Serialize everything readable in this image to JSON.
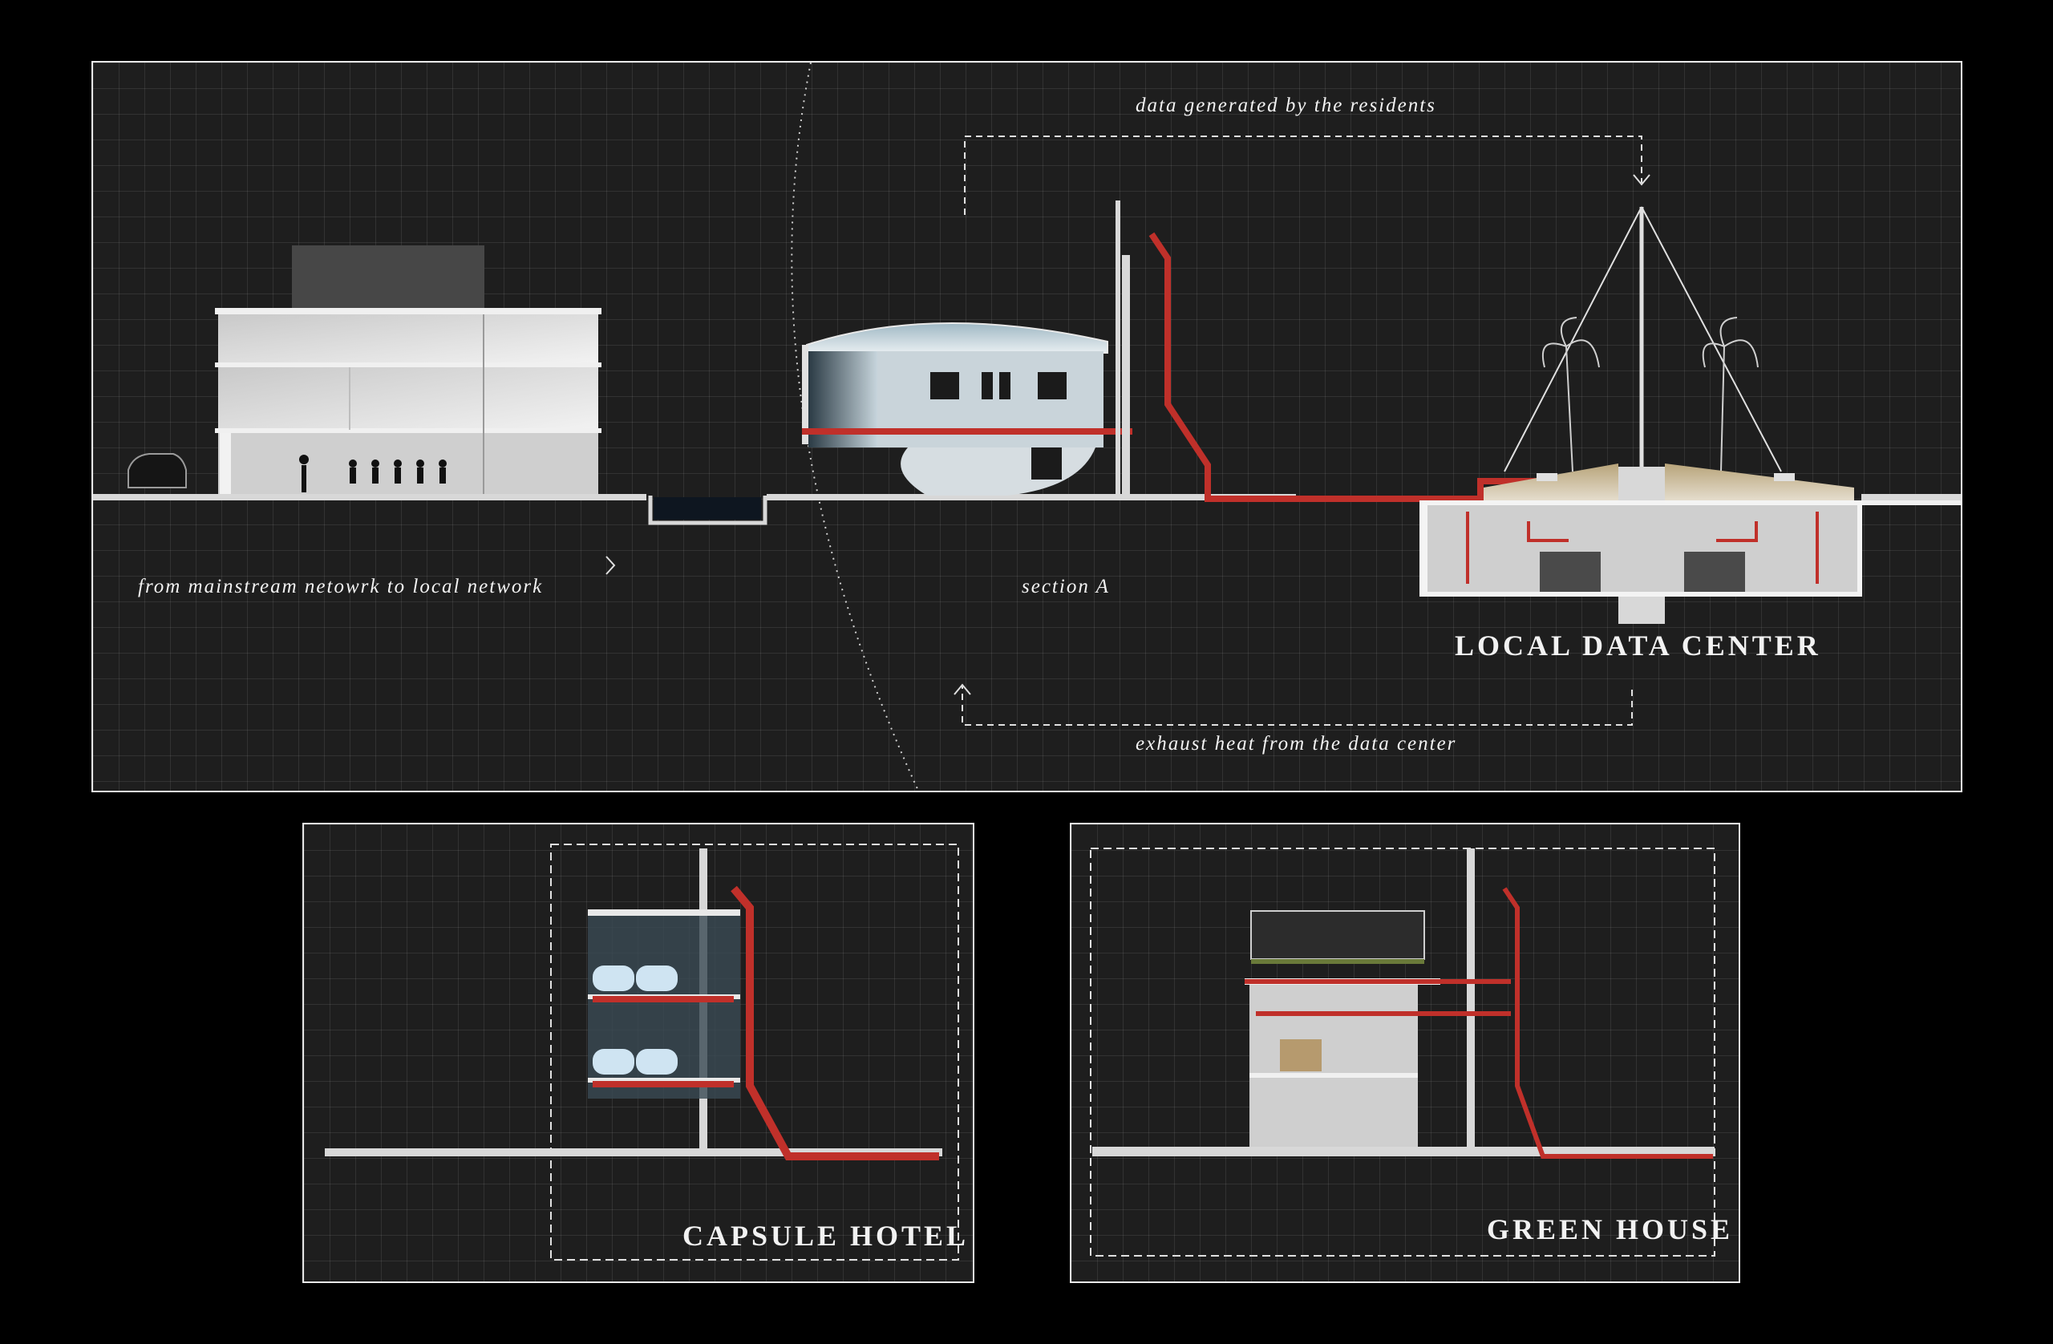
{
  "main_section": {
    "annotation_top": "data generated by the residents",
    "annotation_left": "from mainstream netowrk to local network",
    "annotation_center": "section A",
    "title_right": "LOCAL DATA CENTER",
    "annotation_bottom": "exhaust heat from the data center"
  },
  "capsule_hotel": {
    "title": "CAPSULE HOTEL"
  },
  "green_house": {
    "title": "GREEN HOUSE"
  },
  "colors": {
    "background": "#000000",
    "panel": "#1e1e1e",
    "grid": "#ffffff",
    "pipe_red": "#c0302a",
    "structure_grey": "#d8d8d8"
  }
}
